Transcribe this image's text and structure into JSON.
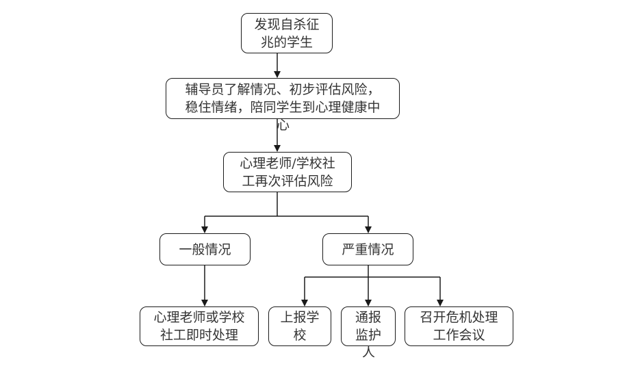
{
  "nodes": {
    "start": {
      "lines": [
        "发现自杀征",
        "兆的学生"
      ]
    },
    "counselor": {
      "lines": [
        "辅导员了解情况、初步评估风险，",
        "稳住情绪，陪同学生到心理健康中"
      ],
      "overflow": "心"
    },
    "reassess": {
      "lines": [
        "心理老师/学校社",
        "工再次评估风险"
      ]
    },
    "general": {
      "lines": [
        "一般情况"
      ]
    },
    "serious": {
      "lines": [
        "严重情况"
      ]
    },
    "immediate": {
      "lines": [
        "心理老师或学校",
        "社工即时处理"
      ]
    },
    "report_school": {
      "lines": [
        "上报学",
        "校"
      ]
    },
    "notify_guardian": {
      "lines": [
        "通报",
        "监护"
      ],
      "overflow": "人"
    },
    "crisis_meeting": {
      "lines": [
        "召开危机处理",
        "工作会议"
      ]
    }
  },
  "colors": {
    "line": "#1a1a1a",
    "text": "#333333",
    "background": "#ffffff"
  }
}
